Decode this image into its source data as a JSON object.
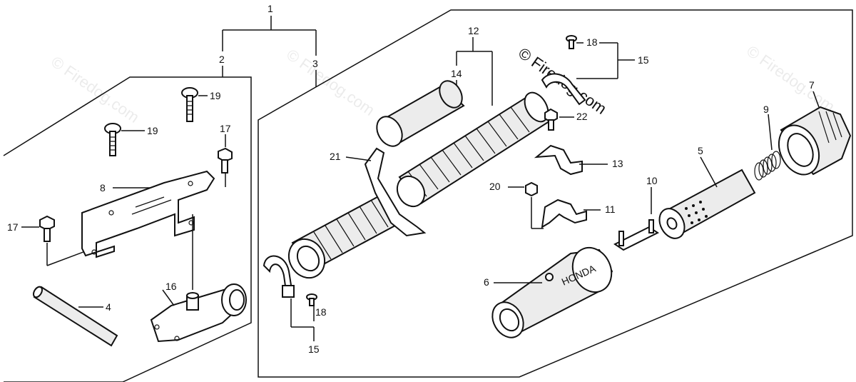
{
  "watermark": {
    "text": "© Firedog.com"
  },
  "callouts": {
    "c1": "1",
    "c2": "2",
    "c3": "3",
    "c4": "4",
    "c5": "5",
    "c6": "6",
    "c7": "7",
    "c8": "8",
    "c9": "9",
    "c10": "10",
    "c11": "11",
    "c12": "12",
    "c13": "13",
    "c14": "14",
    "c15a": "15",
    "c15b": "15",
    "c16": "16",
    "c17a": "17",
    "c17b": "17",
    "c18a": "18",
    "c18b": "18",
    "c19a": "19",
    "c19b": "19",
    "c20": "20",
    "c21": "21",
    "c22": "22"
  },
  "housing_brand": "HONDA"
}
